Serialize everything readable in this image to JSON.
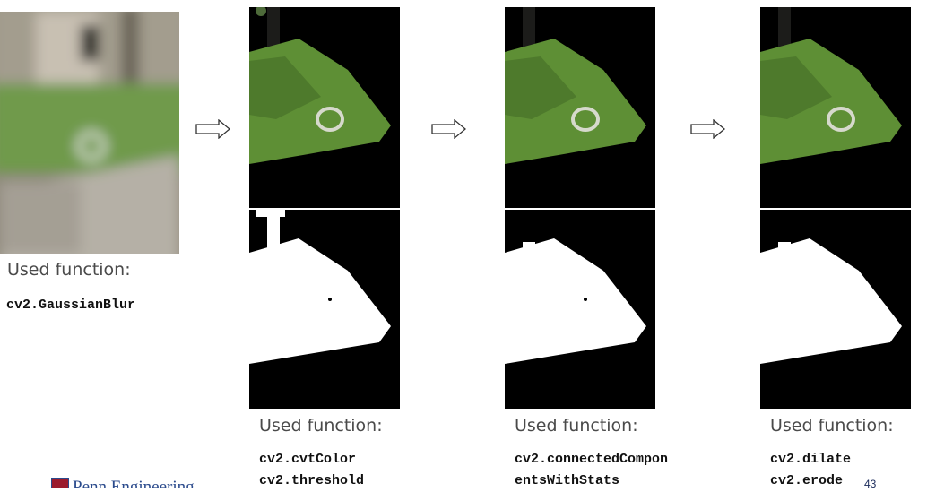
{
  "slide": {
    "used_label": "Used function:",
    "page_number": "43",
    "logo_text": "Penn Engineering"
  },
  "steps": [
    {
      "functions": [
        "cv2.GaussianBlur"
      ]
    },
    {
      "functions": [
        "cv2.cvtColor",
        "cv2.threshold"
      ]
    },
    {
      "functions": [
        "cv2.connectedCompon",
        "entsWithStats"
      ]
    },
    {
      "functions": [
        "cv2.dilate",
        "cv2.erode"
      ]
    }
  ],
  "icons": {
    "arrow": "right-arrow-outline-icon"
  }
}
